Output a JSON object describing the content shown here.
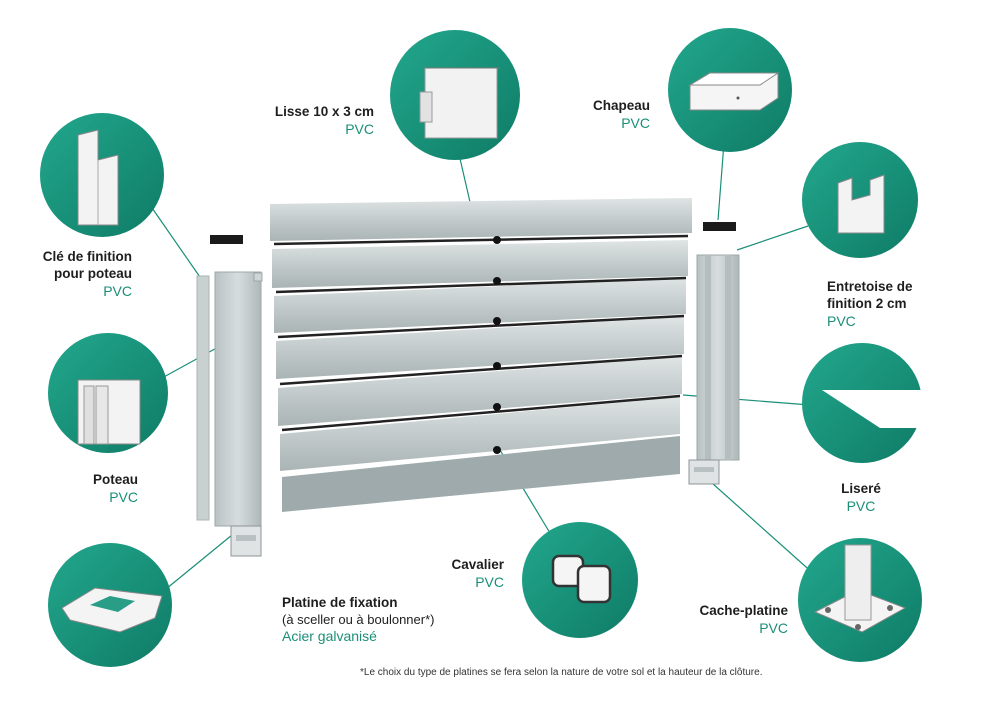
{
  "colors": {
    "teal": "#17967e",
    "teal_dark": "#0e7a66",
    "material_text": "#1a8f78",
    "board_light": "#cfd6d6",
    "board_dark": "#a7b1b3",
    "leader": "#1a8f78"
  },
  "labels": {
    "lisse": {
      "name": "Lisse 10 x 3 cm",
      "material": "PVC"
    },
    "chapeau": {
      "name": "Chapeau",
      "material": "PVC"
    },
    "cle": {
      "name_line1": "Clé de finition",
      "name_line2": "pour poteau",
      "material": "PVC"
    },
    "entretoise": {
      "name_line1": "Entretoise de",
      "name_line2": "finition 2 cm",
      "material": "PVC"
    },
    "poteau": {
      "name": "Poteau",
      "material": "PVC"
    },
    "lisere": {
      "name": "Liseré",
      "material": "PVC"
    },
    "cavalier": {
      "name": "Cavalier",
      "material": "PVC"
    },
    "platine": {
      "name": "Platine de fixation",
      "detail": "(à sceller ou à boulonner*)",
      "material": "Acier galvanisé"
    },
    "cache_platine": {
      "name": "Cache-platine",
      "material": "PVC"
    }
  },
  "footnote": "*Le choix du type de platines se fera selon la nature de votre sol et la hauteur de la clôture."
}
